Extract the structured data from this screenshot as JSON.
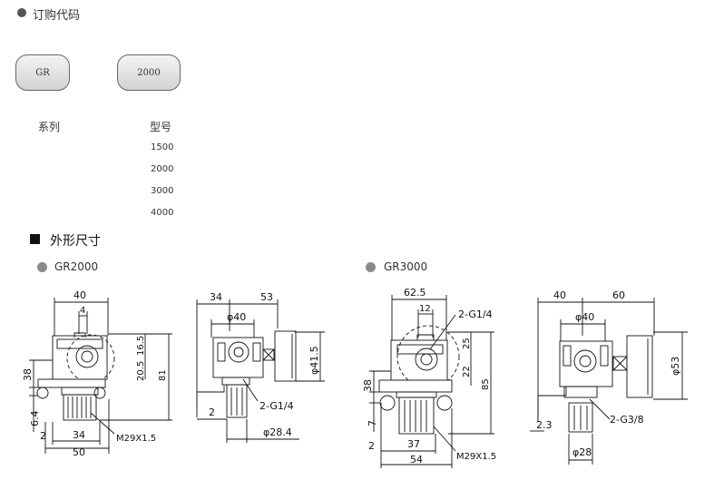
{
  "order_code": {
    "title": "订购代码",
    "code_boxes": [
      "GR",
      "2000"
    ]
  },
  "spec_table": {
    "series_header": "系列",
    "model_header": "型号",
    "models": [
      "1500",
      "2000",
      "3000",
      "4000"
    ]
  },
  "dimensions": {
    "title": "外形尺寸",
    "gr2000": {
      "label": "GR2000",
      "front": {
        "w40": "40",
        "w4": "4",
        "h38": "38",
        "h6_4": "6.4",
        "w2": "2",
        "w34": "34",
        "w50": "50",
        "d16_5": "16.5",
        "d20_5": "20.5",
        "h81": "81",
        "thread": "M29X1.5"
      },
      "side": {
        "w34": "34",
        "w53": "53",
        "dia40": "φ40",
        "dia41_5": "φ41.5",
        "port": "2-G1/4",
        "w2": "2",
        "dia28_4": "φ28.4"
      }
    },
    "gr3000": {
      "label": "GR3000",
      "front": {
        "w62_5": "62.5",
        "w12": "12",
        "port": "2-G1/4",
        "h38": "38",
        "h7": "7",
        "w2": "2",
        "w37": "37",
        "w54": "54",
        "d25": "25",
        "d22": "22",
        "h85": "85",
        "thread": "M29X1.5"
      },
      "side": {
        "w40": "40",
        "w60": "60",
        "dia40": "φ40",
        "dia53": "φ53",
        "w2_3": "2.3",
        "port": "2-G3/8",
        "dia28": "φ28"
      }
    }
  }
}
